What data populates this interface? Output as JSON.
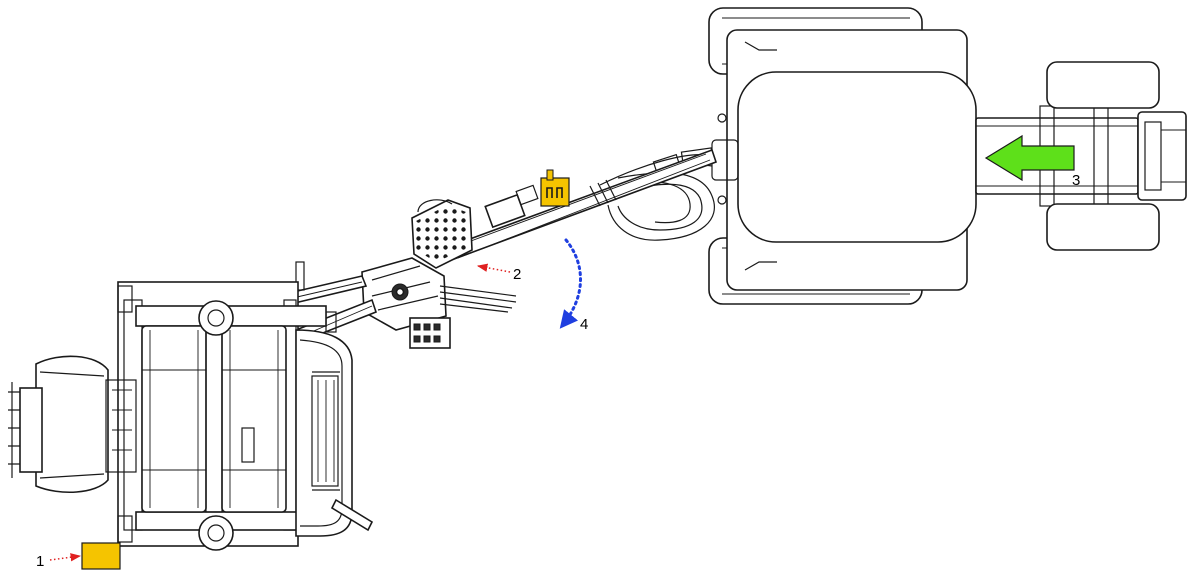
{
  "diagram": {
    "colors": {
      "line": "#1a1a1a",
      "marker_fill": "#f5c400",
      "arrow_green": "#5ee01a",
      "arrow_blue": "#1f3fe0",
      "pointer_red": "#e02020"
    },
    "callouts": [
      {
        "id": "1",
        "label": "1"
      },
      {
        "id": "2",
        "label": "2"
      },
      {
        "id": "3",
        "label": "3"
      },
      {
        "id": "4",
        "label": "4"
      }
    ]
  }
}
